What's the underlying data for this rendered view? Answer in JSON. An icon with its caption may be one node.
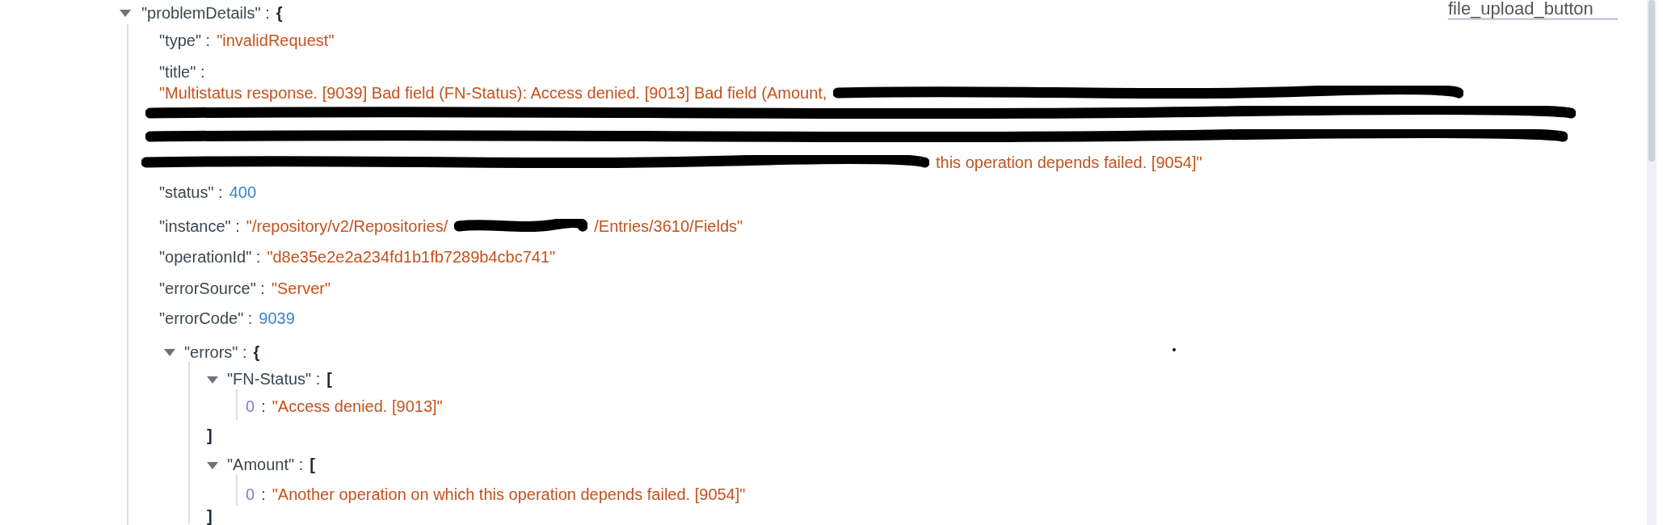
{
  "diagram": {
    "labels": [
      "\"problemDetails\" :",
      "{",
      "\"type\" :",
      "\"invalidRequest\"",
      "\"title\" :",
      "\"Multistatus response. [9039] Bad field (FN-Status): Access denied. [9013] Bad field (Amount,",
      "this operation depends failed. [9054]\"",
      "\"status\" :",
      "400",
      "\"instance\" :",
      "\"/repository/v2/Repositories/",
      "/Entries/3610/Fields\"",
      "\"operationId\" :",
      "\"d8e35e2e2a234fd1b1fb7289b4cbc741\"",
      "\"errorSource\" :",
      "\"Server\"",
      "\"errorCode\" :",
      "9039",
      "\"errors\" :",
      "{",
      "\"FN-Status\" :",
      "[",
      "0",
      ":",
      "\"Access denied. [9013]\"",
      "]",
      "\"Amount\" :",
      "[",
      "0",
      ":",
      "\"Another operation on which this operation depends failed. [9054]\"",
      "]",
      "file_upload_button"
    ]
  }
}
